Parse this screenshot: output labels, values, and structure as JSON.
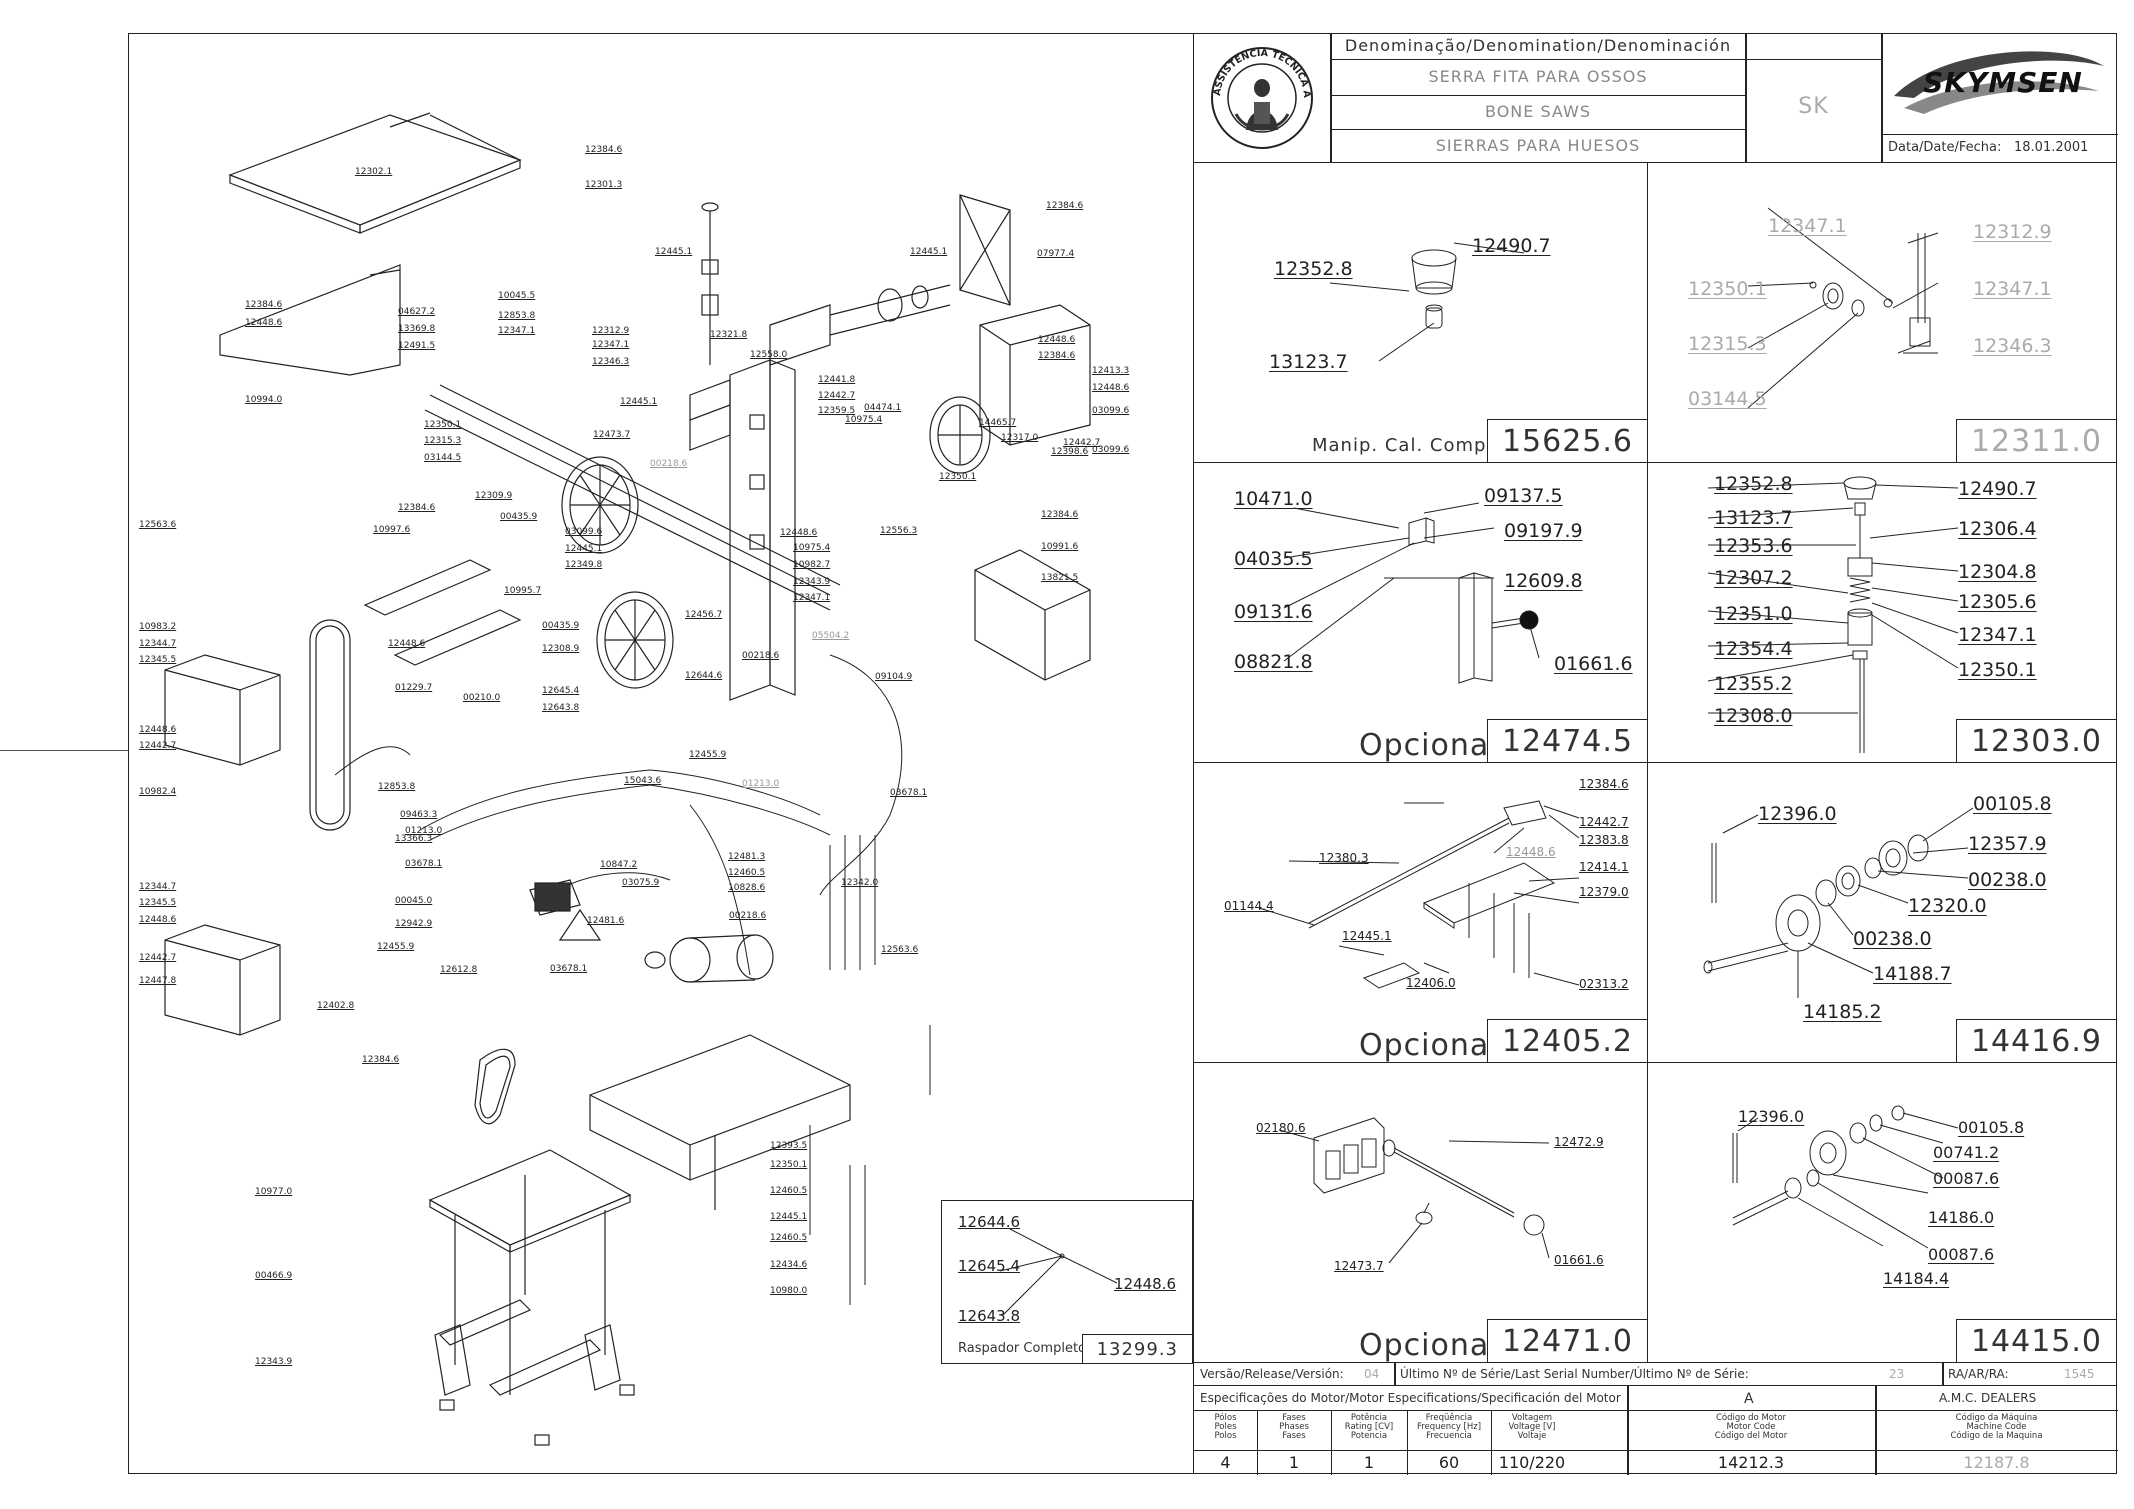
{
  "header": {
    "denomination_label": "Denominação/Denomination/Denominación",
    "name_pt": "SERRA FITA PARA OSSOS",
    "name_en": "BONE SAWS",
    "name_es": "SIERRAS PARA HUESOS",
    "model": "SK",
    "brand": "SKYMSEN",
    "date_label": "Data/Date/Fecha:",
    "date_value": "18.01.2001",
    "seal_text": "ASSISTÊNCIA TÉCNICA AUTORIZADA"
  },
  "panels": [
    {
      "id": "15625.6",
      "caption": "Manip. Cal. Compl.",
      "code": "15625.6",
      "code_grey": false,
      "labels": [
        "12352.8",
        "12490.7",
        "13123.7"
      ]
    },
    {
      "id": "12311.0",
      "caption": "",
      "code": "12311.0",
      "code_grey": true,
      "labels": [
        "12347.1",
        "12312.9",
        "12350.1",
        "12347.1",
        "12315.3",
        "12346.3",
        "03144.5"
      ]
    },
    {
      "id": "12474.5",
      "caption": "Opcional",
      "code": "12474.5",
      "code_grey": false,
      "labels": [
        "10471.0",
        "09137.5",
        "09197.9",
        "04035.5",
        "12609.8",
        "09131.6",
        "08821.8",
        "01661.6"
      ]
    },
    {
      "id": "12303.0",
      "caption": "",
      "code": "12303.0",
      "code_grey": false,
      "labels": [
        "12352.8",
        "12490.7",
        "13123.7",
        "12306.4",
        "12353.6",
        "12304.8",
        "12307.2",
        "12305.6",
        "12351.0",
        "12347.1",
        "12354.4",
        "12350.1",
        "12355.2",
        "12308.0"
      ]
    },
    {
      "id": "12405.2",
      "caption": "Opcional",
      "code": "12405.2",
      "code_grey": false,
      "labels": [
        "12384.6",
        "12442.7",
        "12383.8",
        "12448.6",
        "12380.3",
        "12414.1",
        "12379.0",
        "01144.4",
        "12445.1",
        "12406.0",
        "02313.2"
      ]
    },
    {
      "id": "14416.9",
      "caption": "",
      "code": "14416.9",
      "code_grey": false,
      "labels": [
        "12396.0",
        "00105.8",
        "12357.9",
        "00238.0",
        "12320.0",
        "00238.0",
        "14188.7",
        "14185.2"
      ]
    },
    {
      "id": "12471.0",
      "caption": "Opcional",
      "code": "12471.0",
      "code_grey": false,
      "labels": [
        "02180.6",
        "12472.9",
        "12473.7",
        "01661.6"
      ]
    },
    {
      "id": "14415.0",
      "caption": "",
      "code": "14415.0",
      "code_grey": false,
      "labels": [
        "12396.0",
        "00105.8",
        "00741.2",
        "00087.6",
        "14186.0",
        "00087.6",
        "14184.4"
      ]
    }
  ],
  "scraper": {
    "caption": "Raspador Completo",
    "code": "13299.3",
    "labels": [
      "12644.6",
      "12645.4",
      "12448.6",
      "12643.8"
    ]
  },
  "release_row": {
    "version_label": "Versão/Release/Versión:",
    "version_value": "04",
    "serial_label": "Último Nº de Série/Last Serial Number/Último Nº de Série:",
    "serial_value": "23",
    "ra_label": "RA/AR/RA:",
    "ra_value": "1545"
  },
  "motor_spec": {
    "title": "Especificações do Motor/Motor Especifications/Specificación del Motor",
    "rev": "A",
    "dealer": "A.M.C. DEALERS",
    "columns": [
      {
        "header": "Pólos\nPoles\nPolos",
        "value": "4"
      },
      {
        "header": "Fases\nPhases\nFases",
        "value": "1"
      },
      {
        "header": "Potência\nRating [CV]\nPotencia",
        "value": "1"
      },
      {
        "header": "Freqüência\nFrequency [Hz]\nFrecuencia",
        "value": "60"
      },
      {
        "header": "Voltagem\nVoltage [V]\nVoltaje",
        "value": "110/220"
      },
      {
        "header": "Código do Motor\nMotor Code\nCódigo del Motor",
        "value": "14212.3"
      },
      {
        "header": "Código da Máquina\nMachine Code\nCódigo de la Maquina",
        "value": "12187.8"
      }
    ]
  },
  "exploded_labels": [
    "12384.6",
    "12302.1",
    "12301.3",
    "12384.6",
    "12448.6",
    "10994.0",
    "04627.2",
    "10045.5",
    "13369.8",
    "12853.8",
    "12491.5",
    "12347.1",
    "12312.9",
    "12347.1",
    "12346.3",
    "12350.1",
    "12315.3",
    "03144.5",
    "12473.7",
    "12445.1",
    "12309.9",
    "00435.9",
    "03099.6",
    "12445.1",
    "12349.8",
    "12384.6",
    "10997.6",
    "10995.7",
    "12448.6",
    "12563.6",
    "10983.2",
    "12344.7",
    "12345.5",
    "12448.6",
    "12442.7",
    "01229.7",
    "00210.0",
    "12445.1",
    "12445.1",
    "12558.0",
    "12321.8",
    "12441.8",
    "12442.7",
    "12359.5",
    "04474.1",
    "14465.7",
    "12317.0",
    "12350.1",
    "10975.4",
    "00218.6",
    "12556.3",
    "12448.6",
    "10975.4",
    "10982.7",
    "12343.9",
    "12347.1",
    "12456.7",
    "00435.9",
    "12308.9",
    "12645.4",
    "12643.8",
    "12644.6",
    "00218.6",
    "05504.2",
    "09104.9",
    "12448.6",
    "12384.6",
    "12413.3",
    "12448.6",
    "03099.6",
    "12442.7",
    "03099.6",
    "12398.6",
    "12384.6",
    "07977.4",
    "12384.6",
    "10991.6",
    "13821.5",
    "12853.8",
    "09463.3",
    "01213.0",
    "13366.3",
    "03678.1",
    "00045.0",
    "12942.9",
    "12455.9",
    "12612.8",
    "03678.1",
    "15043.6",
    "10847.2",
    "03075.9",
    "12481.6",
    "12455.9",
    "12481.3",
    "12460.5",
    "10828.6",
    "00218.6",
    "01213.0",
    "03678.1",
    "12342.0",
    "12563.6",
    "10982.4",
    "12344.7",
    "12345.5",
    "12448.6",
    "12442.7",
    "12447.8",
    "12402.8",
    "12384.6",
    "12393.5",
    "12350.1",
    "12460.5",
    "12445.1",
    "12460.5",
    "12434.6",
    "10980.0",
    "10977.0",
    "00466.9",
    "12343.9"
  ]
}
